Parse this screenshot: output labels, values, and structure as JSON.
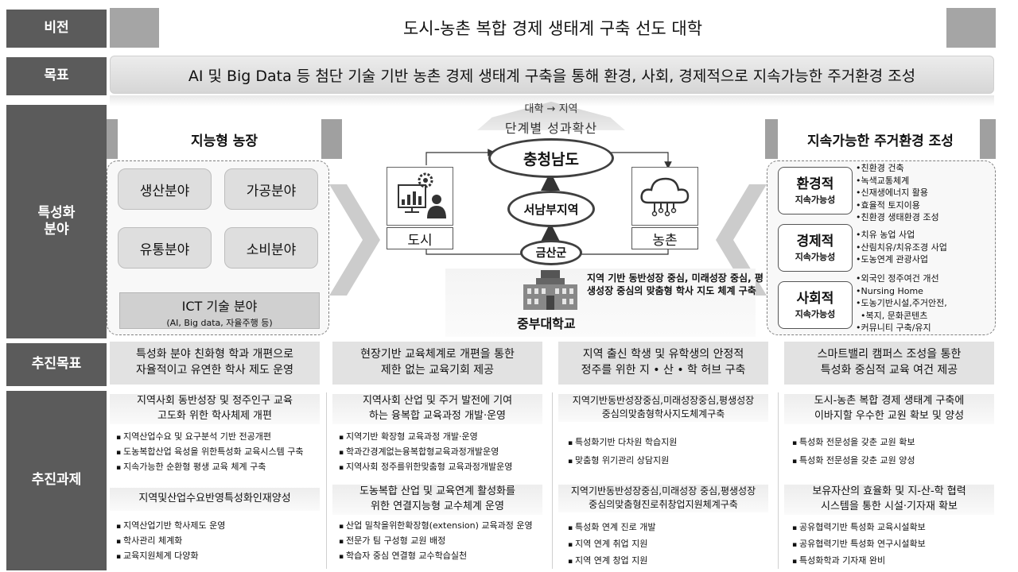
{
  "labels": {
    "vision": "비전",
    "goal": "목표",
    "specialization": "특성화\n분야",
    "targets": "추진목표",
    "tasks": "추진과제"
  },
  "vision_text": "도시-농촌 복합 경제 생태계 구축 선도 대학",
  "goal_text": "AI 및 Big Data 등 첨단 기술 기반 농촌 경제 생태계 구축을 통해 환경, 사회, 경제적으로 지속가능한 주거환경 조성",
  "left_panel": {
    "title": "지능형 농장",
    "fields": [
      "생산분야",
      "가공분야",
      "유통분야",
      "소비분야"
    ],
    "ict_title": "ICT 기술 분야",
    "ict_sub": "(AI, Big data, 자율주행 등)"
  },
  "center": {
    "stage_sub": "대학 → 지역",
    "stage_main": "단계별 성과확산",
    "province": "충청남도",
    "region": "서남부지역",
    "county": "금산군",
    "city": "도시",
    "rural": "농촌",
    "university": "중부대학교",
    "university_desc": "지역 기반 동반성장 중심, 미래성장 중심, 평생성장 중심의 맞춤형 학사 지도 체계 구축"
  },
  "right_panel": {
    "title": "지속가능한 주거환경 조성",
    "pillars": [
      {
        "name": "환경적",
        "sub": "지속가능성",
        "items": [
          "친환경 건축",
          "녹색교통체계",
          "신재생에너지 활용",
          "효율적 토지이용",
          "친환경 생태환경 조성"
        ]
      },
      {
        "name": "경제적",
        "sub": "지속가능성",
        "items": [
          "치유 농업 사업",
          "산림치유/치유조경 사업",
          "도농연계 관광사업"
        ]
      },
      {
        "name": "사회적",
        "sub": "지속가능성",
        "items": [
          "외국인 정주여건 개선",
          "Nursing Home",
          "도농기반시설,주거안전,",
          "복지, 문화콘텐츠",
          "커뮤니티 구축/유지"
        ]
      }
    ]
  },
  "targets": [
    "특성화 분야 친화형 학과 개편으로\n자율적이고 유연한 학사 제도 운영",
    "현장기반 교육체계로 개편을 통한\n제한 없는 교육기회 제공",
    "지역 출신 학생 및 유학생의 안정적\n정주를 위한 지 • 산 • 학 허브 구축",
    "스마트밸리 캠퍼스 조성을 통한\n특성화 중심적 교육 여건 제공"
  ],
  "tasks": [
    {
      "h1": "지역사회 동반성장 및 정주인구 교육\n고도화 위한 학사체제 개편",
      "l1": [
        "지역산업수요 및 요구분석 기반 전공개편",
        "도농복합산업 육성을 위한특성화 교육시스템 구축",
        "지속가능한 순환형 평생 교육 체계 구축"
      ],
      "h2": "지역및산업수요반영특성화인재양성",
      "l2": [
        "지역산업기반 학사제도 운영",
        "학사관리 체계화",
        "교육지원체계 다양화"
      ]
    },
    {
      "h1": "지역사회 산업 및 주거 발전에 기여\n하는 융복합 교육과정 개발·운영",
      "l1": [
        "지역기반 확장형 교육과정 개발·운영",
        "학과간경계없는융복합형교육과정개발운영",
        "지역사회 정주를위한맞춤형 교육과정개발운영"
      ],
      "h2": "도농복합 산업 및 교육연계 활성화를\n위한 연결지능형 교수체계 운영",
      "l2": [
        "산업 밀착을위한확장형(extension) 교육과정 운영",
        "전문가 팀 구성형 교원 배정",
        "학습자 중심 연결형 교수학습실천"
      ]
    },
    {
      "h1": "지역기반동반성장중심,미래성장중심,평생성장\n중심의맞춤형학사지도체계구축",
      "l1": [
        "특성화기반 다차원 학습지원",
        "맞춤형 위기관리 상담지원"
      ],
      "h2": "지역기반동반성장중심,미래성장 중심,평생성장\n중심의맞춤형진로취창업지원체계구축",
      "l2": [
        "특성화 연계 진로 개발",
        "지역 연계 취업 지원",
        "지역 연계 창업 지원"
      ]
    },
    {
      "h1": "도시-농촌 복합 경제 생태계 구축에\n이바지할 우수한 교원 확보 및 양성",
      "l1": [
        "특성화 전문성을 갖춘 교원 확보",
        "특성화 전문성을 갖춘 교원 양성"
      ],
      "h2": "보유자산의 효율화 및 지-산-학 협력\n시스템을 통한 시설·기자재 확보",
      "l2": [
        "공유협력기반 특성화 교육시설확보",
        "공유협력기반 특성화 연구시설확보",
        "특성화학과 기자재 완비"
      ]
    }
  ],
  "colors": {
    "label_bg": "#5b5b5b",
    "bar_gray": "#a5a5a5",
    "card_gray": "#e2e2e2"
  },
  "icons": [
    "gear-monitor-person-icon",
    "cloud-network-icon",
    "university-building-icon"
  ]
}
